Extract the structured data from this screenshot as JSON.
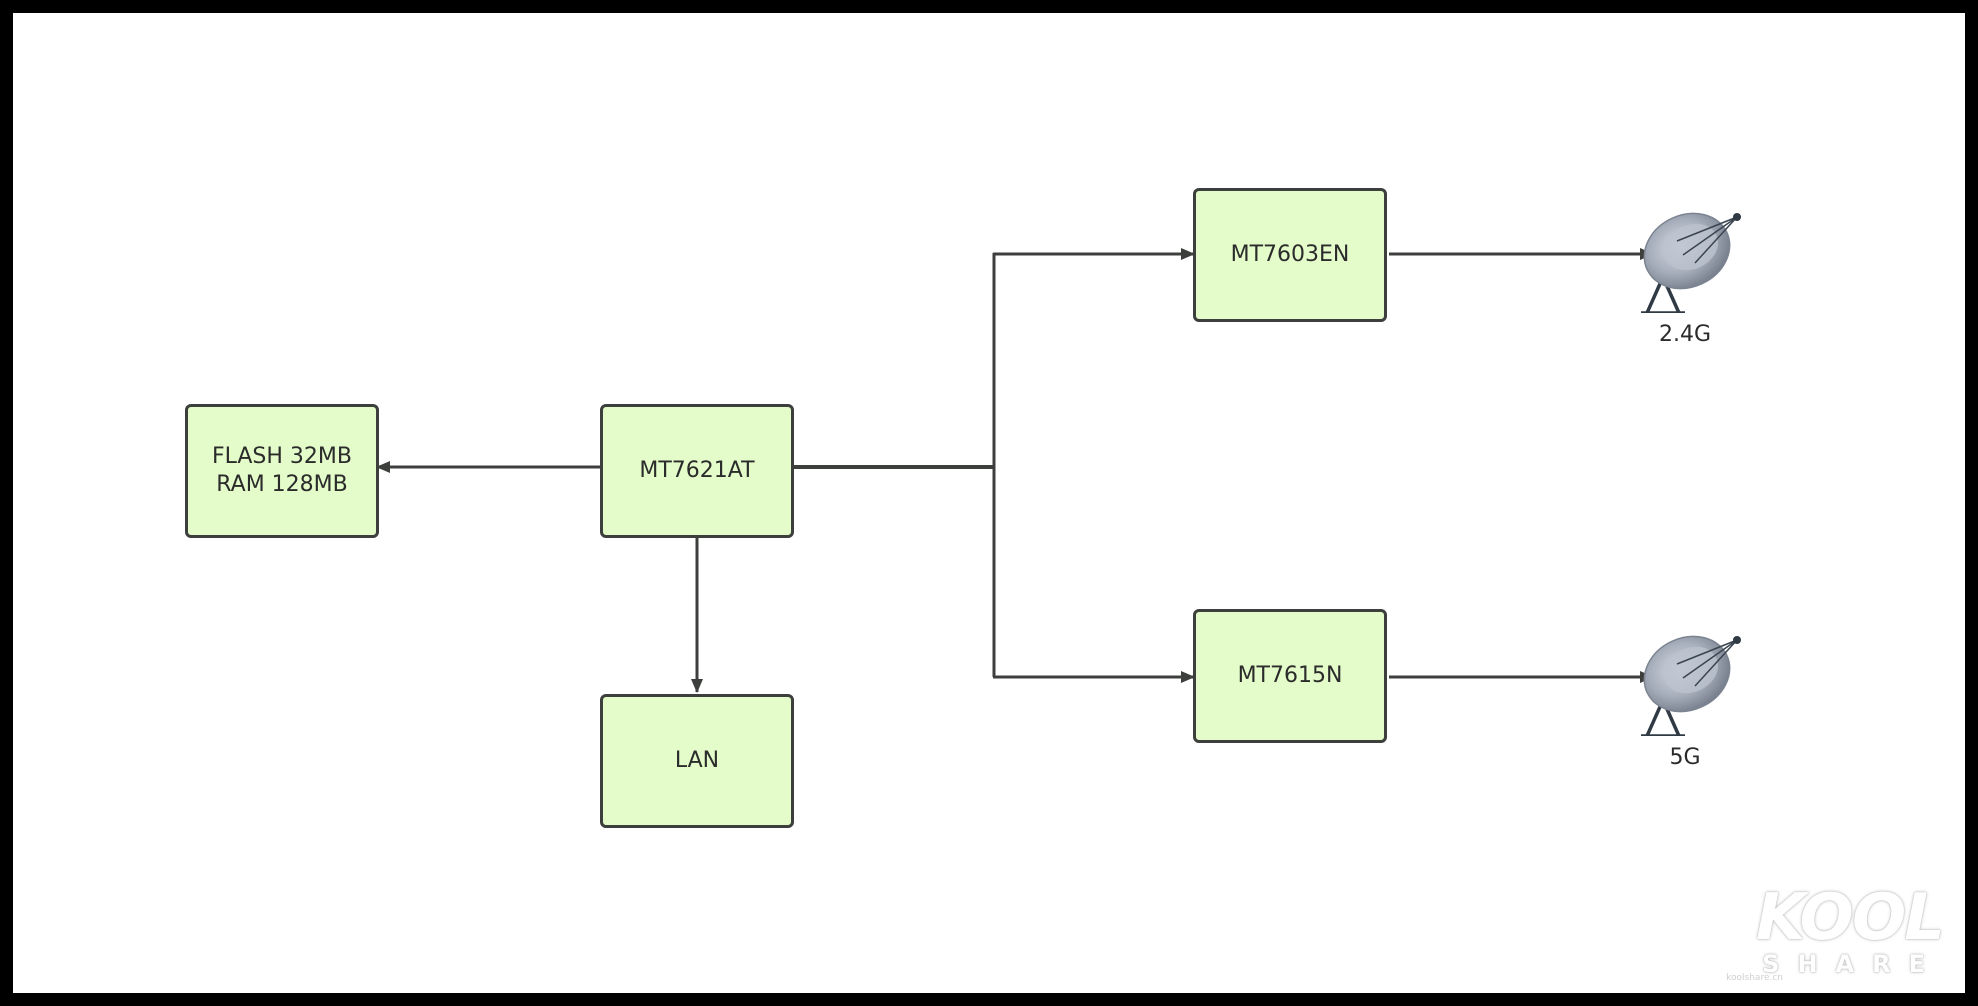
{
  "colors": {
    "frame": "#000000",
    "canvas": "#ffffff",
    "node_fill": "#e3fcc9",
    "node_border": "#3d3f3d",
    "connector": "#3d3f3d",
    "text": "#2b2b2b"
  },
  "nodes": {
    "soc": {
      "label": "MT7621AT"
    },
    "memory": {
      "lines": [
        "FLASH 32MB",
        "RAM 128MB"
      ]
    },
    "lan": {
      "label": "LAN"
    },
    "wifi_24": {
      "label": "MT7603EN"
    },
    "wifi_5": {
      "label": "MT7615N"
    }
  },
  "antennas": {
    "band_24": {
      "label": "2.4G",
      "icon": "satellite-dish-icon"
    },
    "band_5": {
      "label": "5G",
      "icon": "satellite-dish-icon"
    }
  },
  "connections": [
    {
      "from": "soc",
      "to": "memory"
    },
    {
      "from": "soc",
      "to": "lan"
    },
    {
      "from": "soc",
      "to": "wifi_24"
    },
    {
      "from": "soc",
      "to": "wifi_5"
    },
    {
      "from": "wifi_24",
      "to": "band_24"
    },
    {
      "from": "wifi_5",
      "to": "band_5"
    }
  ],
  "watermark": {
    "logo": "KOOL",
    "subtitle": "SHARE",
    "url": "koolshare.cn"
  }
}
